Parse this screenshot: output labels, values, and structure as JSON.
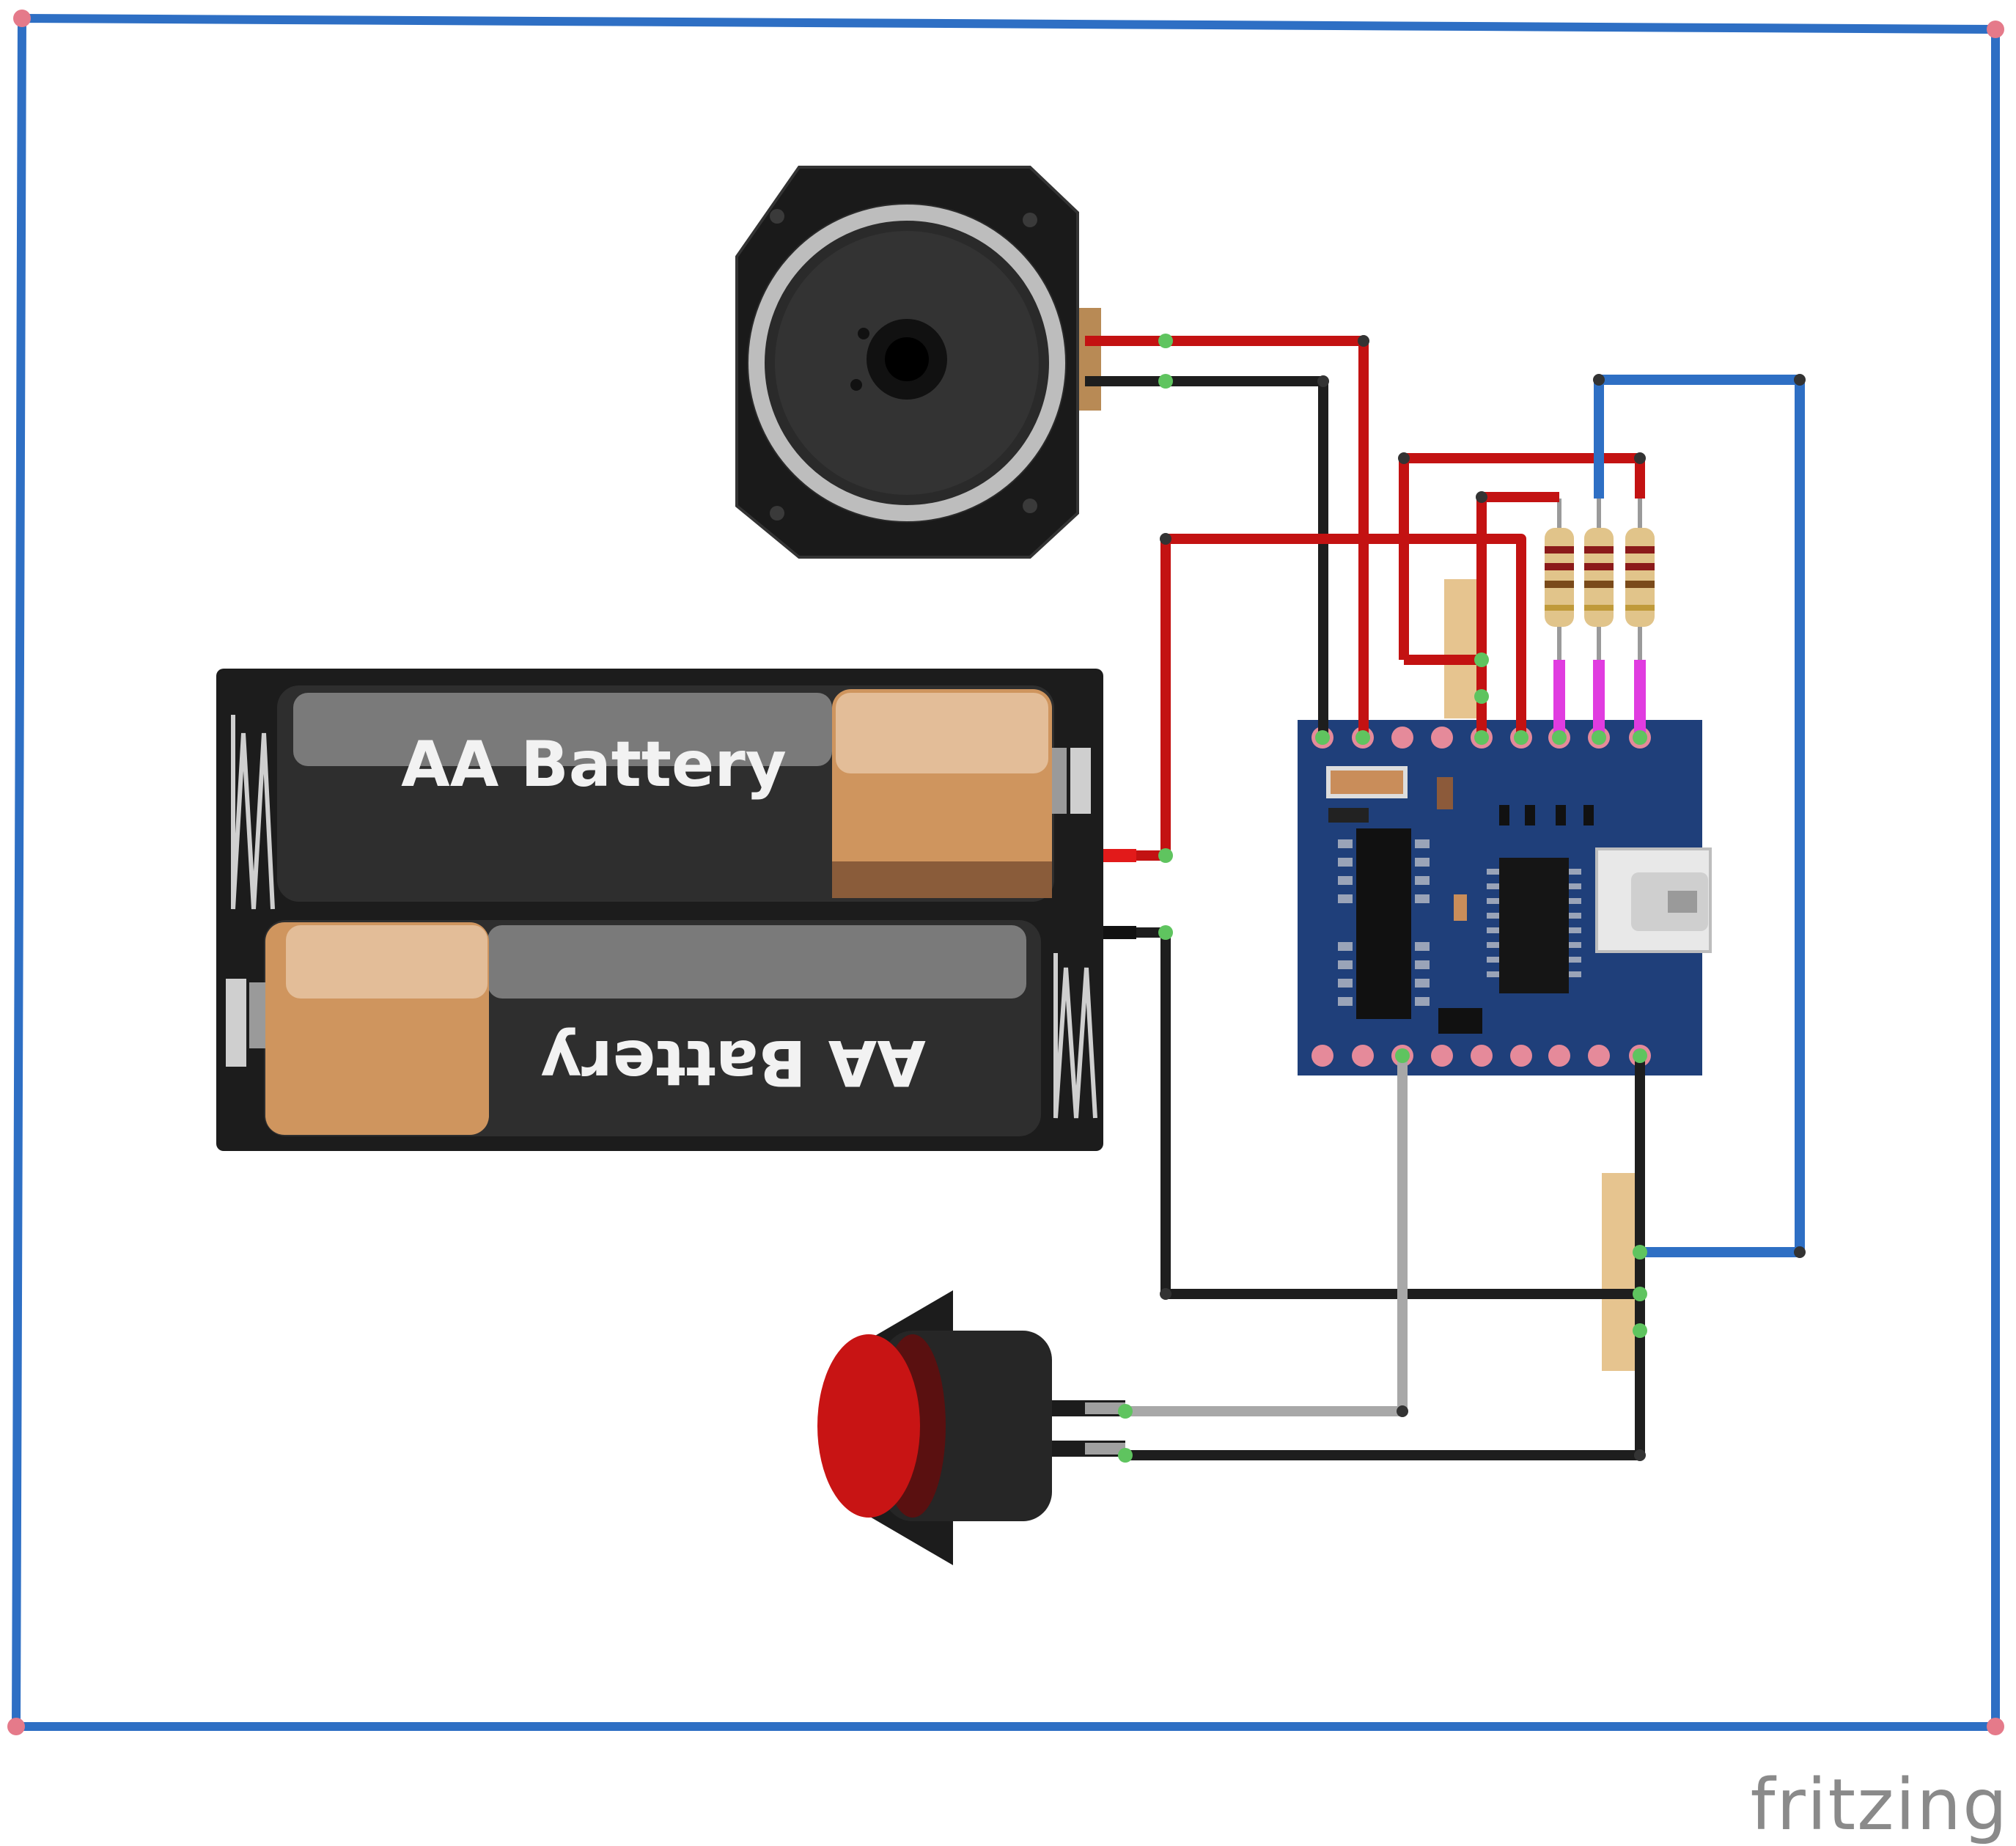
{
  "diagram": {
    "battery_label_top": "AA Battery",
    "battery_label_bottom": "AA Battery",
    "brand": "fritzing"
  },
  "colors": {
    "blue_wire": "#2e6fc4",
    "red_wire": "#c31212",
    "black_wire": "#1e1e1e",
    "gray_wire": "#a8a8a8",
    "magenta_wire": "#e03ce0",
    "pcb": "#1f3f7a",
    "button_red": "#c81414",
    "copper": "#d4935a"
  },
  "components": [
    {
      "name": "speaker",
      "icon": "speaker-icon"
    },
    {
      "name": "battery-holder",
      "icon": "battery-icon"
    },
    {
      "name": "mp3-player-module",
      "icon": "pcb-icon"
    },
    {
      "name": "push-button",
      "icon": "button-icon"
    },
    {
      "name": "resistor",
      "count": 3,
      "icon": "resistor-icon"
    }
  ]
}
